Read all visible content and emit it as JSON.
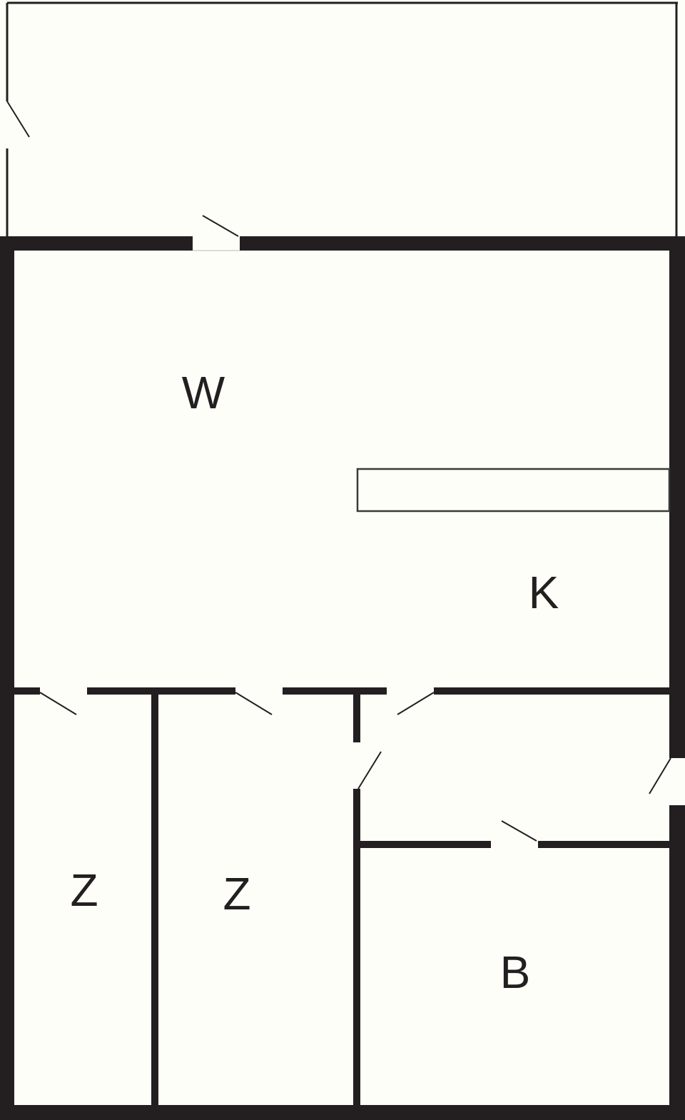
{
  "floorplan": {
    "colors": {
      "wall": "#231f20",
      "floor": "#fdfef8"
    },
    "rooms": [
      {
        "id": "terrace",
        "label": ""
      },
      {
        "id": "living",
        "label": "W"
      },
      {
        "id": "kitchen",
        "label": "K"
      },
      {
        "id": "bedroom-1",
        "label": "Z"
      },
      {
        "id": "bedroom-2",
        "label": "Z"
      },
      {
        "id": "hallway",
        "label": ""
      },
      {
        "id": "bathroom",
        "label": "B"
      }
    ]
  }
}
